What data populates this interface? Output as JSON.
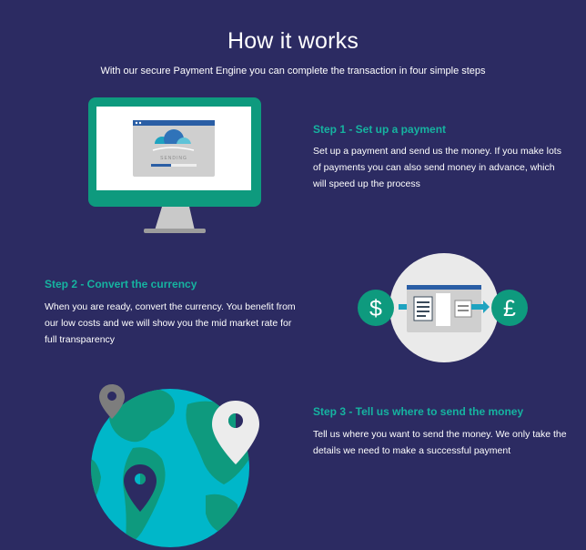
{
  "header": {
    "title": "How it works",
    "subtitle": "With our secure Payment Engine you can complete the transaction in four simple steps"
  },
  "steps": [
    {
      "heading": "Step 1 - Set up a payment",
      "text": "Set up a payment and send us the money. If you make lots of payments you can also send money in advance, which will speed up the process",
      "illustration": {
        "icon": "monitor-icon",
        "label": "SENDING"
      }
    },
    {
      "heading": "Step 2 - Convert the currency",
      "text": "When you are ready, convert the currency. You benefit from our low costs and we will show you the mid market rate for full transparency",
      "illustration": {
        "icon": "currency-exchange-icon",
        "from_symbol": "$",
        "to_symbol": "£"
      }
    },
    {
      "heading": "Step 3 - Tell us where to send the money",
      "text": "Tell us where you want to send the money. We only take the details we need to make a successful payment",
      "illustration": {
        "icon": "globe-icon"
      }
    }
  ],
  "colors": {
    "background": "#2c2b62",
    "accent": "#16b3a0",
    "monitor_frame": "#0e9a7e",
    "text": "#ffffff"
  }
}
